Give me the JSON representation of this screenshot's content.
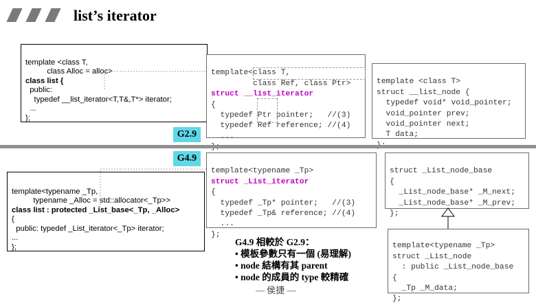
{
  "header": {
    "title": "list’s iterator"
  },
  "g29": {
    "badge": "G2.9",
    "list_box": [
      "template <class T,",
      "          class Alloc = alloc>",
      "class list {",
      "  public:",
      "    typedef __list_iterator<T,T&,T*> iterator;",
      "  ...",
      "};"
    ],
    "iter_box": [
      "template<class T,",
      "         class Ref, class Ptr>",
      "struct __list_iterator",
      "{",
      "  typedef Ptr pointer;   //(3)",
      "  typedef Ref reference; //(4)",
      "  ...",
      "};"
    ],
    "node_box": [
      "template <class T>",
      "struct __list_node {",
      "  typedef void* void_pointer;",
      "  void_pointer prev;",
      "  void_pointer next;",
      "  T data;",
      "};"
    ]
  },
  "g49": {
    "badge": "G4.9",
    "list_box": [
      "template<typename _Tp,",
      "          typename _Alloc = std::allocator<_Tp>>",
      "class list : protected _List_base<_Tp, _Alloc>",
      "{",
      "  public: typedef _List_iterator<_Tp> iterator;",
      "...",
      "};"
    ],
    "iter_box": [
      "template<typename _Tp>",
      "struct _List_iterator",
      "{",
      "  typedef _Tp* pointer;   //(3)",
      "  typedef _Tp& reference; //(4)",
      "  ...",
      "};"
    ],
    "node_base_box": [
      "struct _List_node_base",
      "{",
      "  _List_node_base* _M_next;",
      "  _List_node_base* _M_prev;",
      "};"
    ],
    "node_box": [
      "template<typename _Tp>",
      "struct _List_node",
      "  : public _List_node_base",
      "{",
      "  _Tp _M_data;",
      "};"
    ]
  },
  "notes": {
    "heading": "G4.9 相較於 G2.9：",
    "items": [
      "• 模板參數只有一個 (易理解)",
      "• node 結構有其 parent",
      "• node 的成員的 type 較精確"
    ]
  },
  "footer": "— 侯捷 —"
}
